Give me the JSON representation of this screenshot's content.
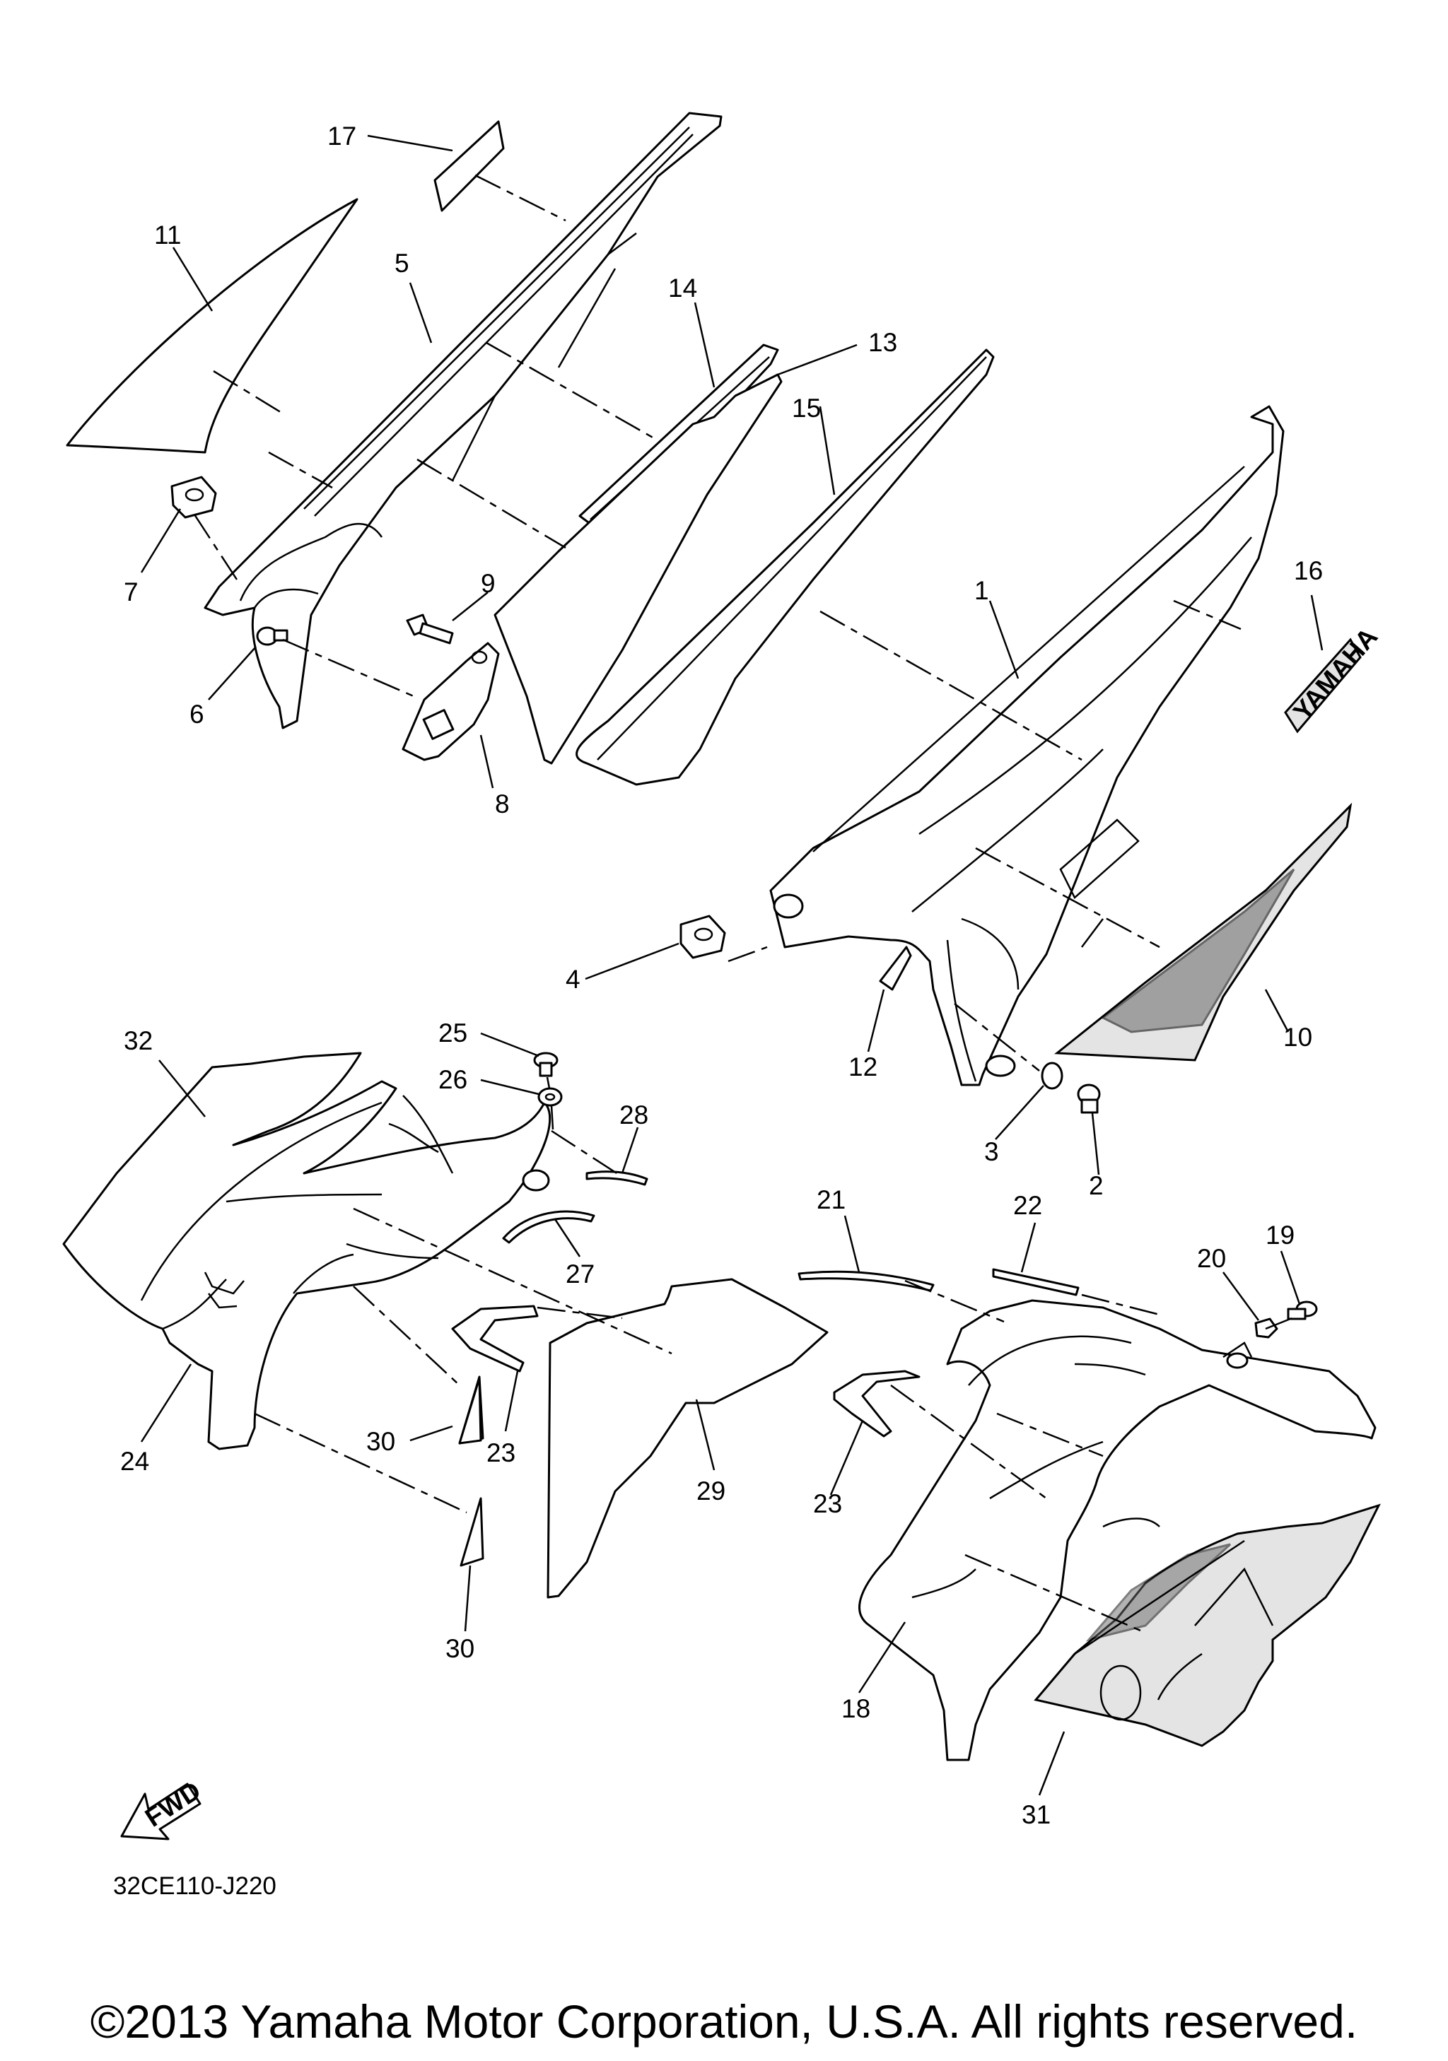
{
  "diagram": {
    "callouts": [
      {
        "id": "17",
        "label": "17"
      },
      {
        "id": "11",
        "label": "11"
      },
      {
        "id": "5",
        "label": "5"
      },
      {
        "id": "14",
        "label": "14"
      },
      {
        "id": "13",
        "label": "13"
      },
      {
        "id": "15",
        "label": "15"
      },
      {
        "id": "7",
        "label": "7"
      },
      {
        "id": "9",
        "label": "9"
      },
      {
        "id": "6",
        "label": "6"
      },
      {
        "id": "8",
        "label": "8"
      },
      {
        "id": "1",
        "label": "1"
      },
      {
        "id": "16",
        "label": "16"
      },
      {
        "id": "4",
        "label": "4"
      },
      {
        "id": "12",
        "label": "12"
      },
      {
        "id": "10",
        "label": "10"
      },
      {
        "id": "3",
        "label": "3"
      },
      {
        "id": "2",
        "label": "2"
      },
      {
        "id": "25",
        "label": "25"
      },
      {
        "id": "26",
        "label": "26"
      },
      {
        "id": "32",
        "label": "32"
      },
      {
        "id": "28",
        "label": "28"
      },
      {
        "id": "27",
        "label": "27"
      },
      {
        "id": "21",
        "label": "21"
      },
      {
        "id": "22",
        "label": "22"
      },
      {
        "id": "19",
        "label": "19"
      },
      {
        "id": "20",
        "label": "20"
      },
      {
        "id": "24",
        "label": "24"
      },
      {
        "id": "30a",
        "label": "30"
      },
      {
        "id": "23a",
        "label": "23"
      },
      {
        "id": "29",
        "label": "29"
      },
      {
        "id": "23b",
        "label": "23"
      },
      {
        "id": "30b",
        "label": "30"
      },
      {
        "id": "18",
        "label": "18"
      },
      {
        "id": "31",
        "label": "31"
      }
    ],
    "part_code": "32CE110-J220",
    "fwd_label": "FWD",
    "brand_decal": "YAMAHA",
    "copyright": "©2013 Yamaha Motor Corporation, U.S.A. All rights reserved."
  }
}
